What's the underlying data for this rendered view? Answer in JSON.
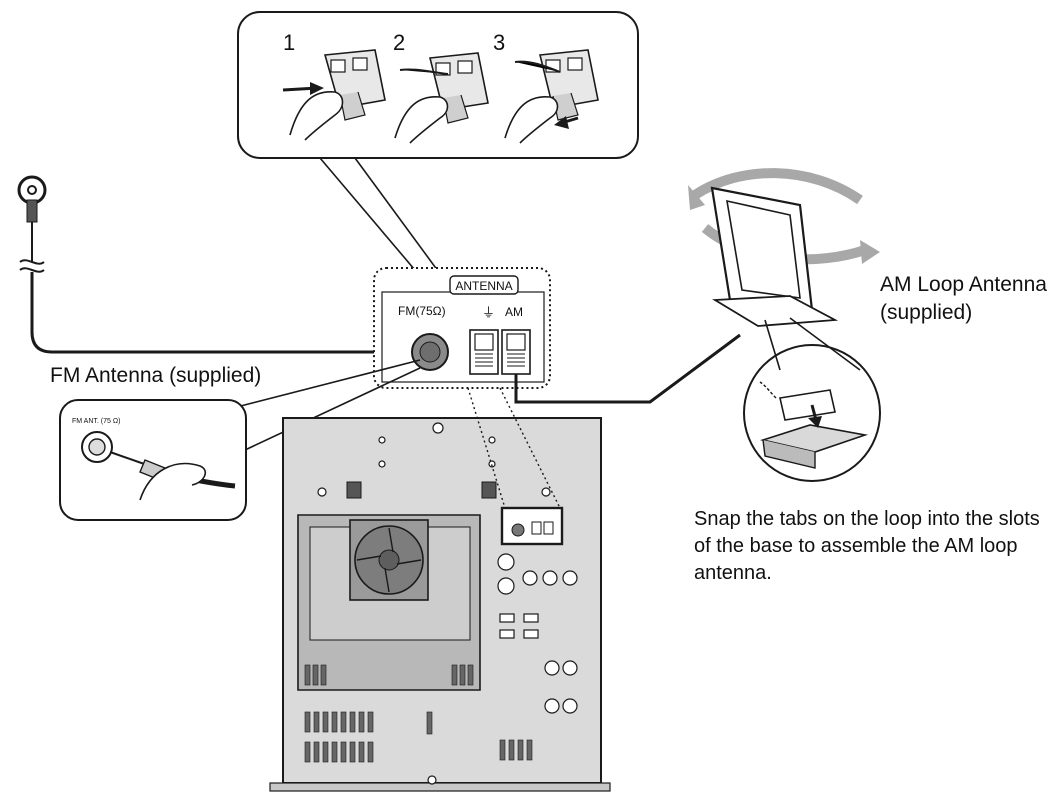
{
  "step_numbers": [
    "1",
    "2",
    "3"
  ],
  "panel": {
    "title": "ANTENNA",
    "fm_terminal": "FM(75Ω)",
    "ground_symbol": "⏚",
    "am_terminal": "AM"
  },
  "labels": {
    "fm_antenna": "FM Antenna (supplied)",
    "am_antenna_line1": "AM Loop Antenna",
    "am_antenna_line2": "(supplied)",
    "fm_jack_small": "FM ANT. (75 Ω)",
    "assembly_note": "Snap the tabs on the loop into the slots of the base to assemble the AM loop antenna."
  },
  "colors": {
    "line": "#1a1a1a",
    "unit_body": "#d9d9d9",
    "fan_area": "#bdbdbd",
    "arrow_gray": "#a8a8a8"
  }
}
